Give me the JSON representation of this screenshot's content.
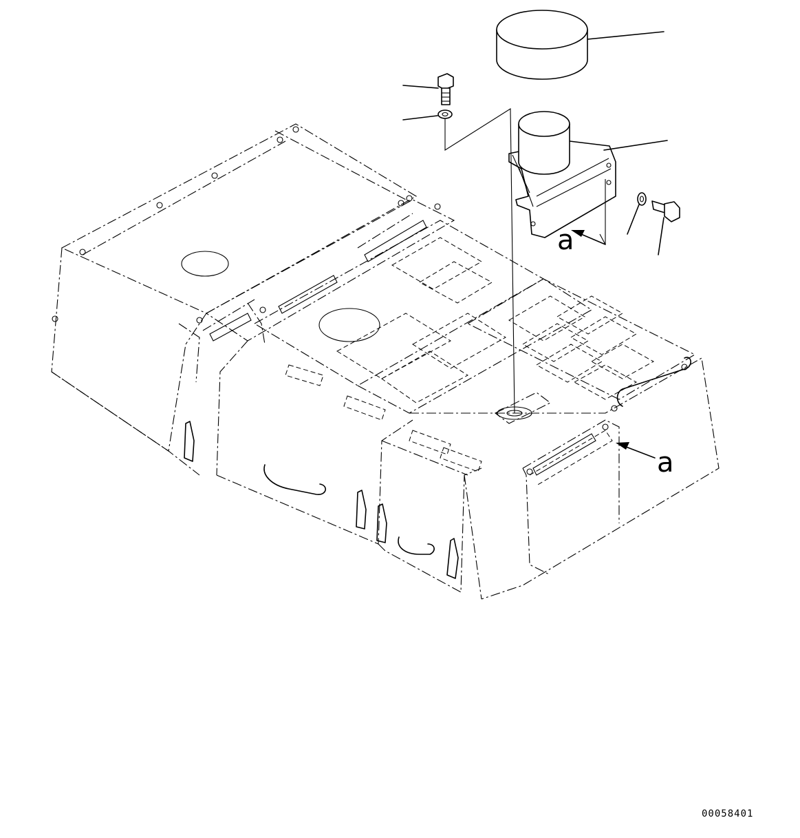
{
  "drawing": {
    "callouts": [
      "a",
      "a"
    ],
    "drawing_number": "00058401"
  }
}
